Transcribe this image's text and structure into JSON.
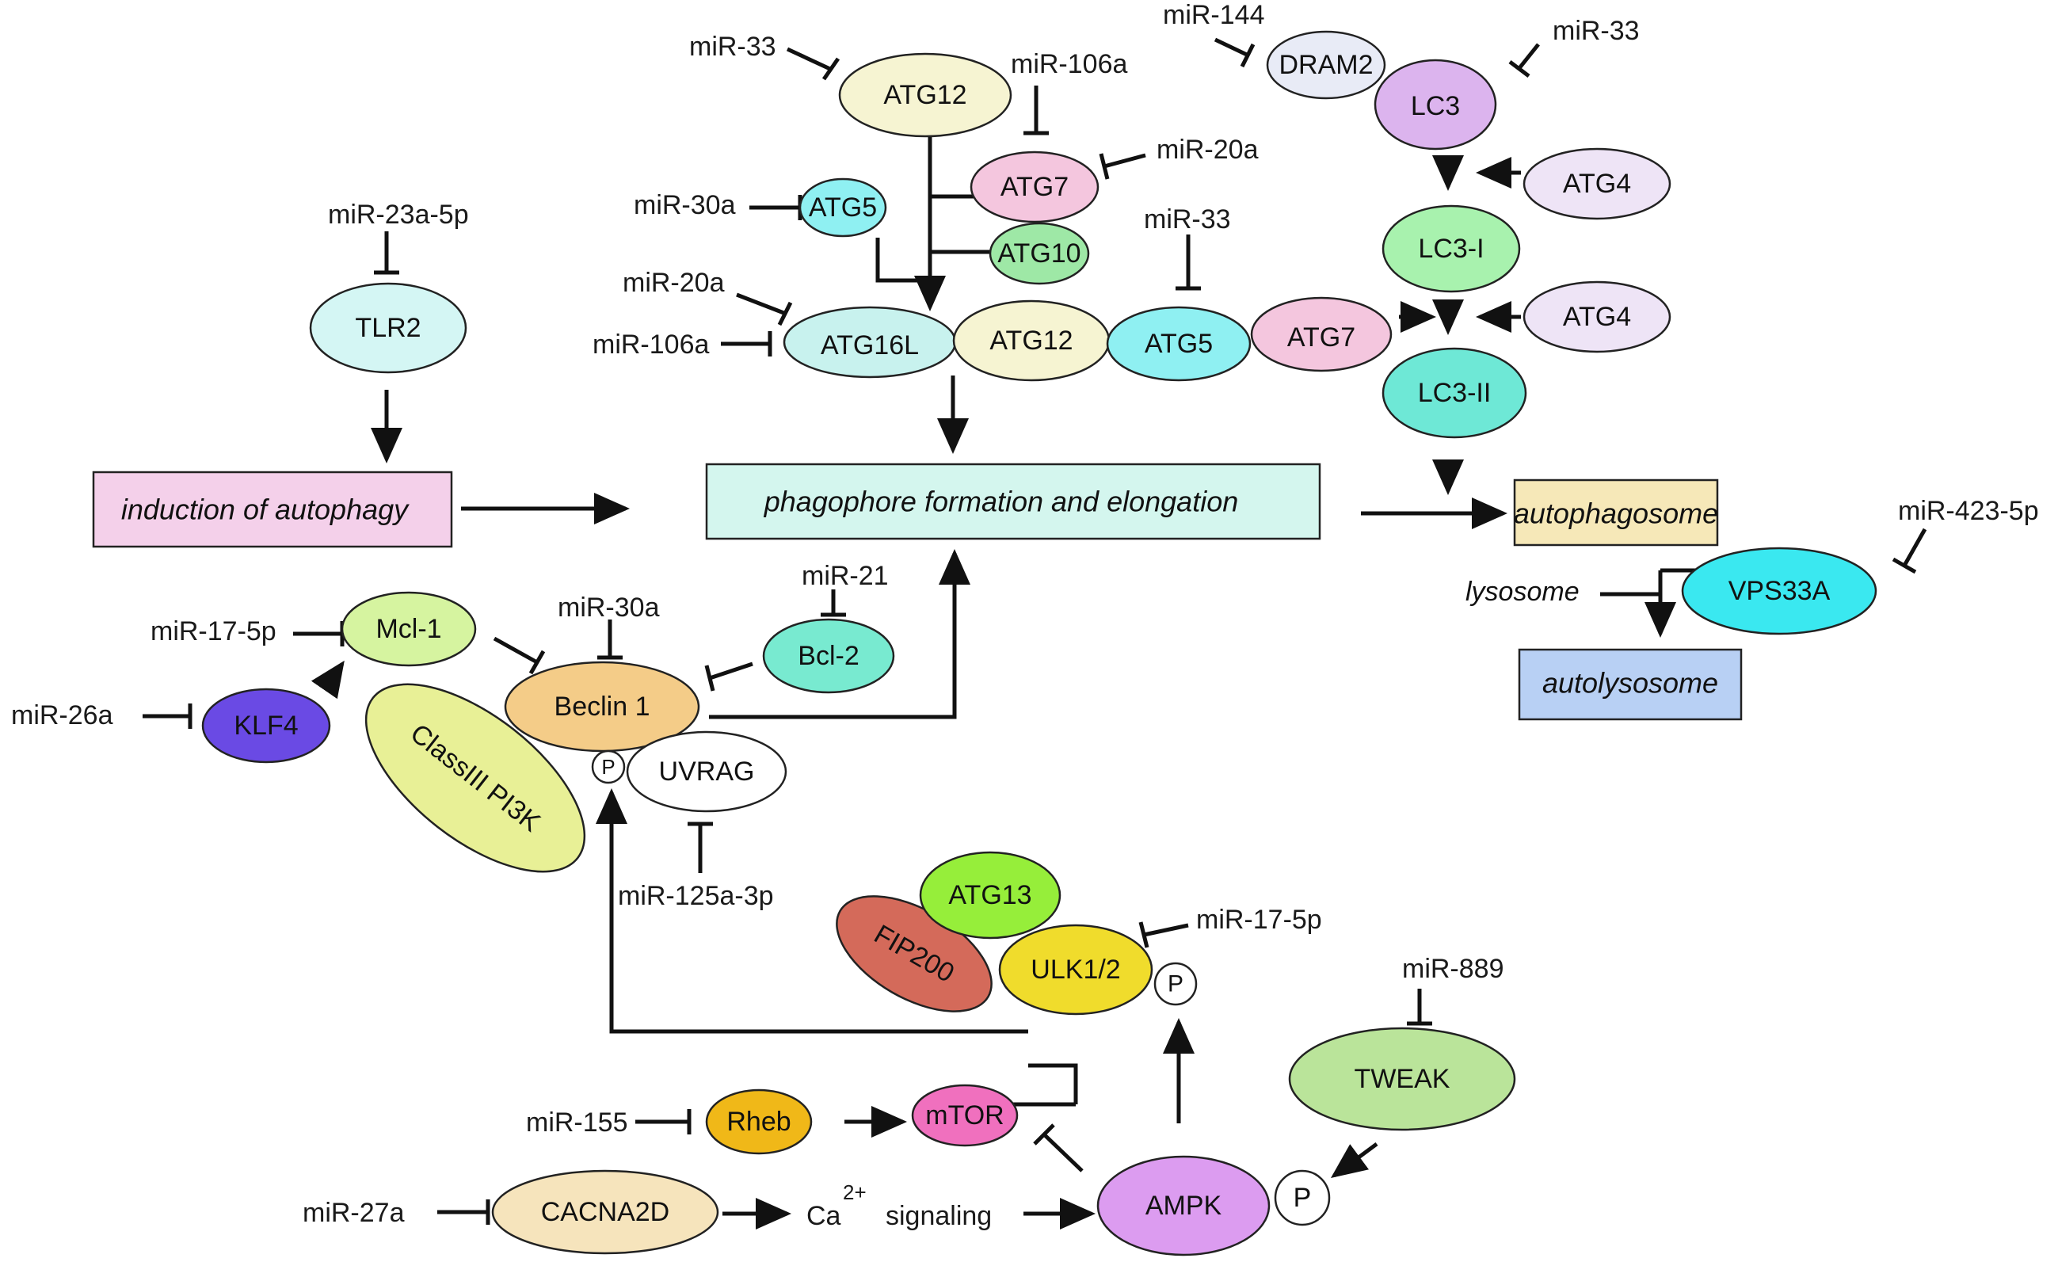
{
  "colors": {
    "ATG12": "#f6f4d2",
    "ATG7": "#f4c6de",
    "ATG5": "#8ff0f2",
    "ATG10": "#9ee8a6",
    "ATG16L": "#c8f2ee",
    "DRAM2": "#e8ebf6",
    "LC3": "#dcb4ee",
    "ATG4": "#eee4f6",
    "LC3I": "#a8f2ae",
    "LC3II": "#6ee8d6",
    "TLR2": "#d4f6f4",
    "Mcl1": "#d6f4a0",
    "KLF4": "#6a4ae4",
    "Beclin1": "#f4cc88",
    "Bcl2": "#78ead0",
    "ClassIII": "#e8f096",
    "UVRAG": "#ffffff",
    "ATG13": "#96ee3a",
    "FIP200": "#d46a5a",
    "ULK": "#f0dc2c",
    "TWEAK": "#bae49a",
    "Rheb": "#f0b818",
    "mTOR": "#f070be",
    "AMPK": "#dc9cf0",
    "CACNA2D": "#f6e4bc",
    "VPS33A": "#3ae8f0",
    "induction": "#f4d0ea",
    "phagophore": "#d4f6ee",
    "autophagosome": "#f6e8b8",
    "autolysosome": "#b8d0f4"
  },
  "nodes": {
    "atg12_top": "ATG12",
    "atg7_top": "ATG7",
    "atg5_top": "ATG5",
    "atg10": "ATG10",
    "atg16l": "ATG16L",
    "atg12_mid": "ATG12",
    "atg5_mid": "ATG5",
    "atg7_mid": "ATG7",
    "dram2": "DRAM2",
    "lc3": "LC3",
    "atg4_a": "ATG4",
    "lc3_i": "LC3-I",
    "atg4_b": "ATG4",
    "lc3_ii": "LC3-II",
    "tlr2": "TLR2",
    "mcl1": "Mcl-1",
    "klf4": "KLF4",
    "beclin1": "Beclin 1",
    "bcl2": "Bcl-2",
    "classiii": "ClassIII PI3K",
    "uvrag": "UVRAG",
    "p_beclin": "P",
    "atg13": "ATG13",
    "fip200": "FIP200",
    "ulk": "ULK1/2",
    "p_ulk": "P",
    "tweak": "TWEAK",
    "rheb": "Rheb",
    "mtor": "mTOR",
    "ampk": "AMPK",
    "p_ampk": "P",
    "cacna2d": "CACNA2D",
    "vps33a": "VPS33A"
  },
  "boxes": {
    "induction": "induction of autophagy",
    "phagophore": "phagophore formation and elongation",
    "autophagosome": "autophagosome",
    "autolysosome": "autolysosome"
  },
  "mirs": {
    "m33_a": "miR-33",
    "m106a_a": "miR-106a",
    "m20a_a": "miR-20a",
    "m30a_a": "miR-30a",
    "m33_b": "miR-33",
    "m20a_b": "miR-20a",
    "m106a_b": "miR-106a",
    "m144": "miR-144",
    "m33_c": "miR-33",
    "m23a": "miR-23a-5p",
    "m17_a": "miR-17-5p",
    "m26a": "miR-26a",
    "m30a_b": "miR-30a",
    "m21": "miR-21",
    "m125a": "miR-125a-3p",
    "m17_b": "miR-17-5p",
    "m889": "miR-889",
    "m155": "miR-155",
    "m27a": "miR-27a",
    "m423": "miR-423-5p"
  },
  "text": {
    "lysosome": "lysosome",
    "ca": "Ca",
    "ca_sup": "2+",
    "signaling": "signaling"
  }
}
